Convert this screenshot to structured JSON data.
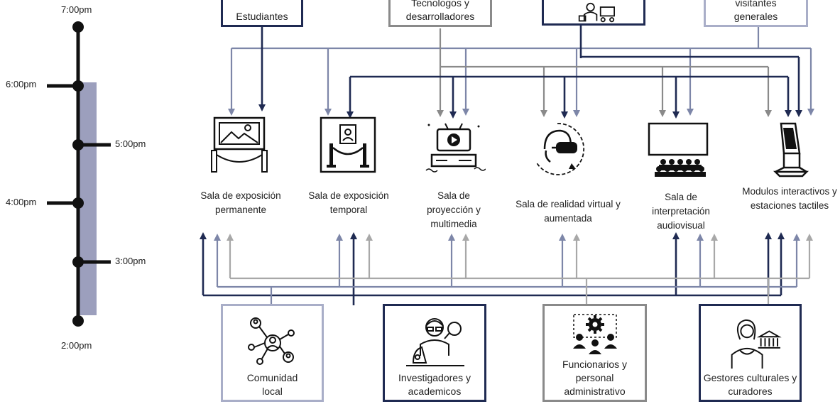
{
  "timeline": {
    "ticks": [
      "7:00pm",
      "6:00pm",
      "5:00pm",
      "4:00pm",
      "3:00pm",
      "2:00pm"
    ]
  },
  "top_groups": {
    "estudiantes": "Estudiantes",
    "tecnologos": "Tecnologos y desarrolladores",
    "visitantes": "visitantes generales"
  },
  "rooms": {
    "permanente": "Sala de exposición permanente",
    "temporal": "Sala de exposición temporal",
    "proyeccion": "Sala de proyección y multimedia",
    "realidad": "Sala  de realidad virtual y aumentada",
    "interpretacion": "Sala de interpretación audiovisual",
    "modulos": "Modulos interactivos y estaciones tactiles"
  },
  "bottom_groups": {
    "comunidad": "Comunidad local",
    "investigadores": "Investigadores y academicos",
    "funcionarios": "Funcionarios y personal administrativo",
    "gestores": "Gestores culturales y curadores"
  },
  "colors": {
    "navy": "#1f2a52",
    "slate": "#7d86a8",
    "gray": "#8a8a8a",
    "lightgray": "#a8a8a8",
    "band": "#9c9fbd"
  }
}
